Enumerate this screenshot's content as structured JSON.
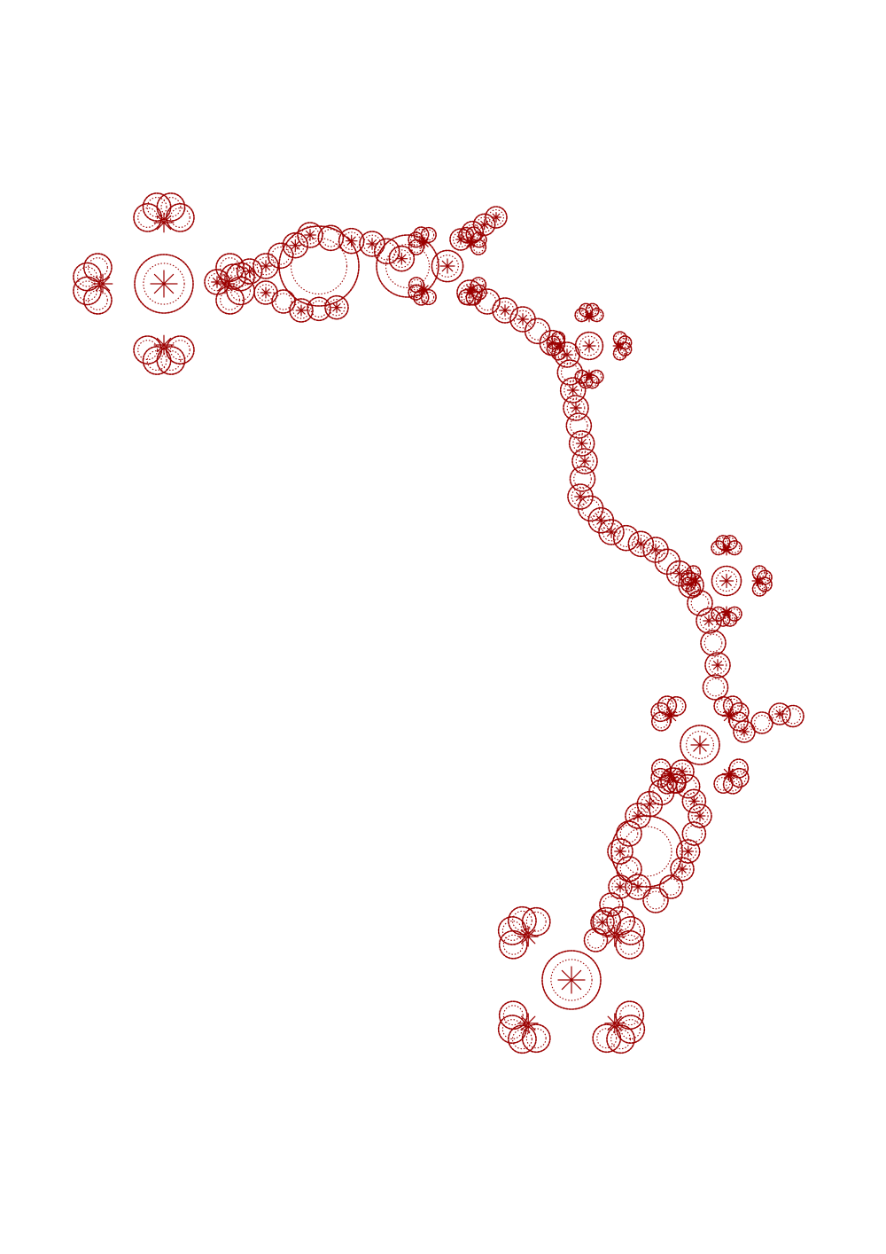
{
  "artwork": {
    "kind": "fractal-curve",
    "stroke_color": "#9b0000",
    "background_color": "#ffffff",
    "motifs": [
      "four-petal-flower",
      "loop-chain",
      "star-burst"
    ]
  }
}
